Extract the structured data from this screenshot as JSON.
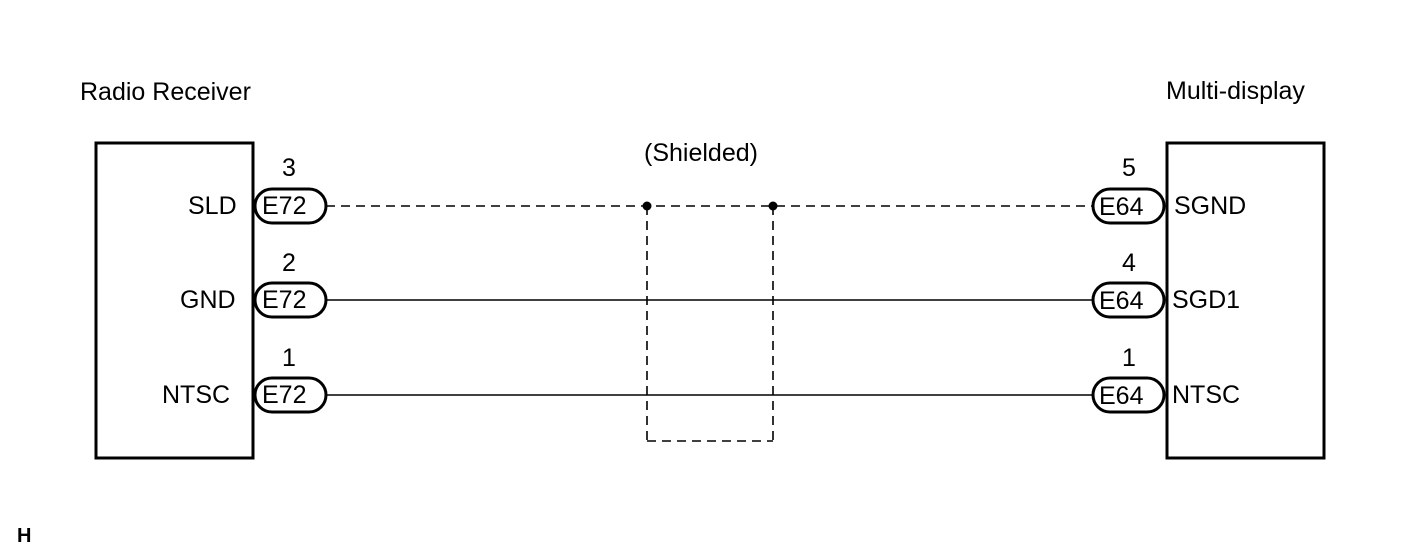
{
  "left_component": {
    "title": "Radio Receiver"
  },
  "right_component": {
    "title": "Multi-display"
  },
  "shield_label": "(Shielded)",
  "wires": [
    {
      "style": "dashed",
      "left": {
        "terminal": "SLD",
        "connector": "E72",
        "pin": "3"
      },
      "right": {
        "terminal": "SGND",
        "connector": "E64",
        "pin": "5"
      }
    },
    {
      "style": "solid",
      "left": {
        "terminal": "GND",
        "connector": "E72",
        "pin": "2"
      },
      "right": {
        "terminal": "SGD1",
        "connector": "E64",
        "pin": "4"
      }
    },
    {
      "style": "solid",
      "left": {
        "terminal": "NTSC",
        "connector": "E72",
        "pin": "1"
      },
      "right": {
        "terminal": "NTSC",
        "connector": "E64",
        "pin": "1"
      }
    }
  ],
  "corner_mark": "H"
}
